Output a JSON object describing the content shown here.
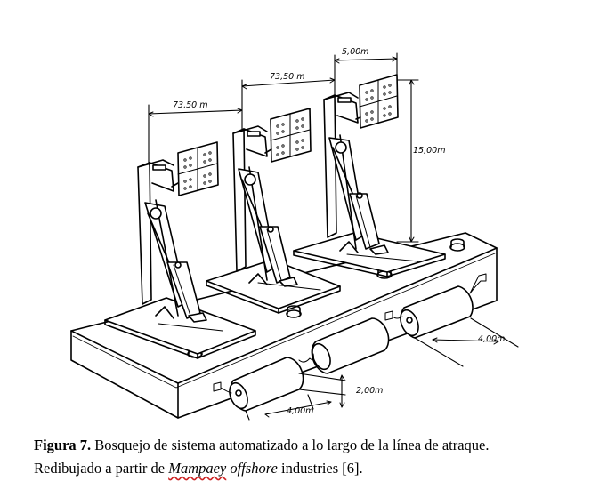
{
  "dimensions": {
    "spacing_1": "73,50 m",
    "spacing_2": "73,50 m",
    "width": "5,00m",
    "height": "15,00m",
    "fender_spacing": "4,00m",
    "fender_length": "4,00m",
    "fender_height": "2,00m"
  },
  "caption": {
    "label": "Figura 7.",
    "text": " Bosquejo de sistema automatizado a lo largo de la línea de atraque.",
    "line2_prefix": "Redibujado a partir de ",
    "company_brand": "Mampaey",
    "company_rest": " offshore",
    "line2_suffix": " industries [6]."
  }
}
